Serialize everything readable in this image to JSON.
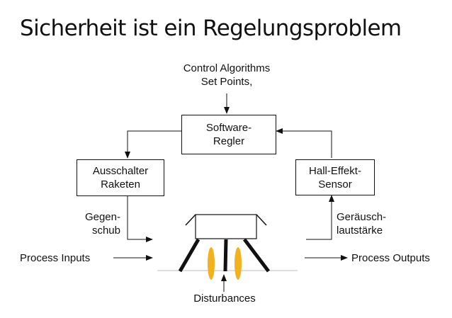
{
  "title": "Sicherheit ist ein Regelungsproblem",
  "top_label": {
    "line1": "Control Algorithms",
    "line2": "Set Points,"
  },
  "controller_box": {
    "line1": "Software-",
    "line2": "Regler"
  },
  "actuator_box": {
    "line1": "Ausschalter",
    "line2": "Raketen"
  },
  "sensor_box": {
    "line1": "Hall-Effekt-",
    "line2": "Sensor"
  },
  "actuator_output": {
    "line1": "Gegen-",
    "line2": "schub"
  },
  "sensor_input": {
    "line1": "Geräusch-",
    "line2": "lautstärke"
  },
  "process_inputs": "Process Inputs",
  "process_outputs": "Process Outputs",
  "disturbances": "Disturbances",
  "colors": {
    "flame": "#F2B11E",
    "stroke": "#111111"
  }
}
